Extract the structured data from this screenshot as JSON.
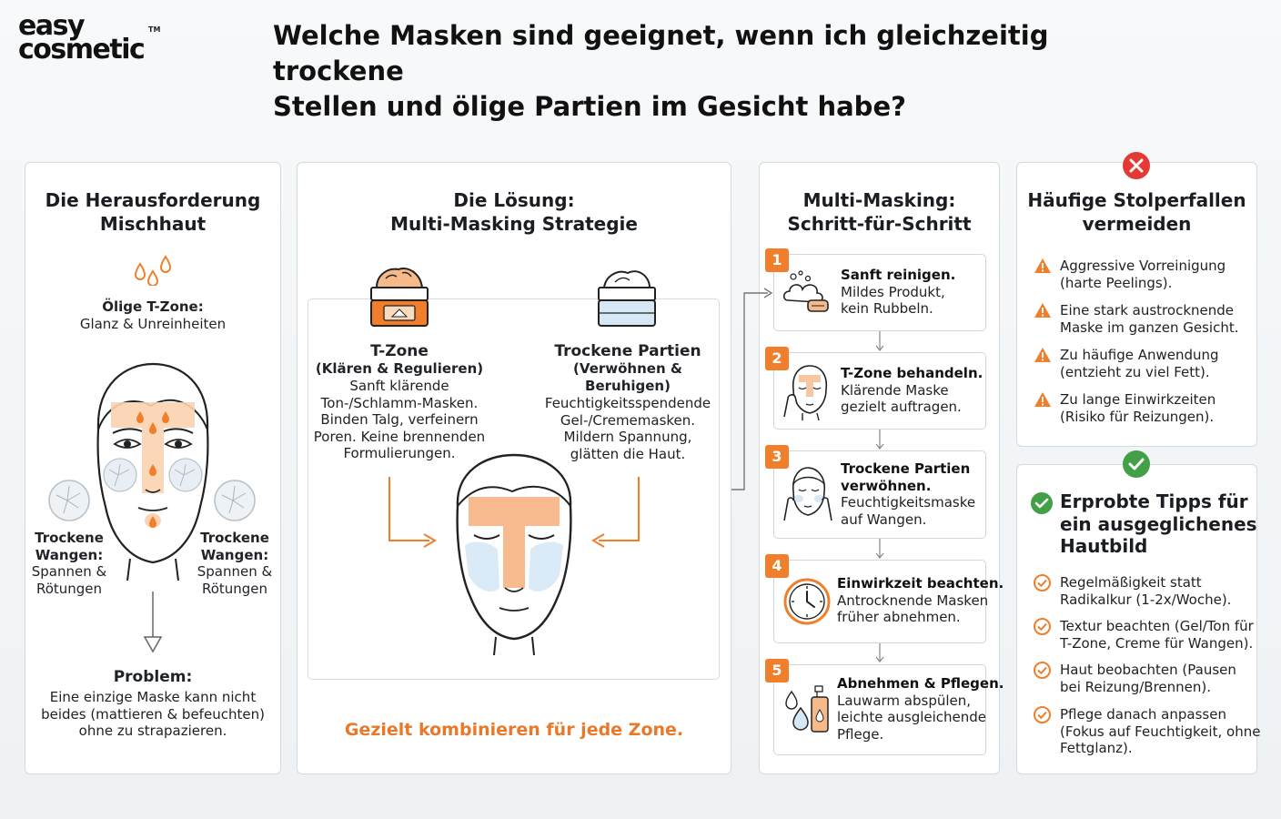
{
  "logo": {
    "line1": "easy",
    "line2": "cosmetic",
    "tm": "TM"
  },
  "title": {
    "line1": "Welche Masken sind geeignet, wenn ich gleichzeitig trockene",
    "line2": "Stellen und ölige Partien im Gesicht habe?"
  },
  "challenge": {
    "title1": "Die Herausforderung",
    "title2": "Mischhaut",
    "oily_label": "Ölige T-Zone:",
    "oily_desc": "Glanz & Unreinheiten",
    "dry_left_l1": "Trockene",
    "dry_left_l2": "Wangen:",
    "dry_left_l3": "Spannen &",
    "dry_left_l4": "Rötungen",
    "dry_right_l1": "Trockene",
    "dry_right_l2": "Wangen:",
    "dry_right_l3": "Spannen &",
    "dry_right_l4": "Rötungen",
    "problem_label": "Problem:",
    "problem_l1": "Eine einzige Maske kann nicht",
    "problem_l2": "beides (mattieren & befeuchten)",
    "problem_l3": "ohne zu strapazieren."
  },
  "solution": {
    "title1": "Die Lösung:",
    "title2": "Multi-Masking Strategie",
    "tzone_title": "T-Zone",
    "tzone_sub": "(Klären & Regulieren)",
    "tzone_l1": "Sanft klärende",
    "tzone_l2": "Ton-/Schlamm-Masken.",
    "tzone_l3": "Binden Talg, verfeinern",
    "tzone_l4": "Poren. Keine brennenden",
    "tzone_l5": "Formulierungen.",
    "dry_title": "Trockene Partien",
    "dry_sub1": "(Verwöhnen &",
    "dry_sub2": "Beruhigen)",
    "dry_l1": "Feuchtigkeitsspendende",
    "dry_l2": "Gel-/Crememasken.",
    "dry_l3": "Mildern Spannung,",
    "dry_l4": "glätten die Haut.",
    "footer": "Gezielt kombinieren für jede Zone."
  },
  "steps": {
    "title1": "Multi-Masking:",
    "title2": "Schritt-für-Schritt",
    "items": [
      {
        "num": "1",
        "bold1": "Sanft reinigen.",
        "bold2": "",
        "l1": "Mildes Produkt,",
        "l2": "kein Rubbeln.",
        "l3": "",
        "icon": "foam-soap-icon"
      },
      {
        "num": "2",
        "bold1": "T-Zone behandeln.",
        "bold2": "",
        "l1": "Klärende Maske",
        "l2": "gezielt auftragen.",
        "l3": "",
        "icon": "face-apply-icon"
      },
      {
        "num": "3",
        "bold1": "Trockene Partien",
        "bold2": "verwöhnen.",
        "l1": "Feuchtigkeitsmaske",
        "l2": "auf Wangen.",
        "l3": "",
        "icon": "face-cheeks-icon"
      },
      {
        "num": "4",
        "bold1": "Einwirkzeit beachten.",
        "bold2": "",
        "l1": "Antrocknende Masken",
        "l2": "früher abnehmen.",
        "l3": "",
        "icon": "clock-icon"
      },
      {
        "num": "5",
        "bold1": "Abnehmen & Pflegen.",
        "bold2": "",
        "l1": "Lauwarm abspülen,",
        "l2": "leichte ausgleichende",
        "l3": "Pflege.",
        "icon": "bottle-drop-icon"
      }
    ]
  },
  "pitfalls": {
    "title1": "Häufige Stolperfallen",
    "title2": "vermeiden",
    "items": [
      {
        "l1": "Aggressive Vorreinigung",
        "l2": "(harte Peelings)."
      },
      {
        "l1": "Eine stark austrocknende",
        "l2": "Maske im ganzen Gesicht."
      },
      {
        "l1": "Zu häufige Anwendung",
        "l2": "(entzieht zu viel Fett)."
      },
      {
        "l1": "Zu lange Einwirkzeiten",
        "l2": "(Risiko für Reizungen)."
      }
    ]
  },
  "tips": {
    "title1": "Erprobte Tipps für",
    "title2": "ein ausgeglichenes",
    "title3": "Hautbild",
    "items": [
      {
        "l1": "Regelmäßigkeit statt",
        "l2": "Radikalkur (1-2x/Woche).",
        "l3": ""
      },
      {
        "l1": "Textur beachten (Gel/Ton für",
        "l2": "T-Zone, Creme für Wangen).",
        "l3": ""
      },
      {
        "l1": "Haut beobachten (Pausen",
        "l2": "bei Reizung/Brennen).",
        "l3": ""
      },
      {
        "l1": "Pflege danach anpassen",
        "l2": "(Fokus auf Feuchtigkeit, ohne",
        "l3": "Fettglanz)."
      }
    ]
  },
  "colors": {
    "accent": "#f07e2a",
    "danger": "#e53935",
    "success": "#43a047",
    "pale_orange": "#fbd3b3",
    "pale_blue": "#d6e8f5"
  }
}
